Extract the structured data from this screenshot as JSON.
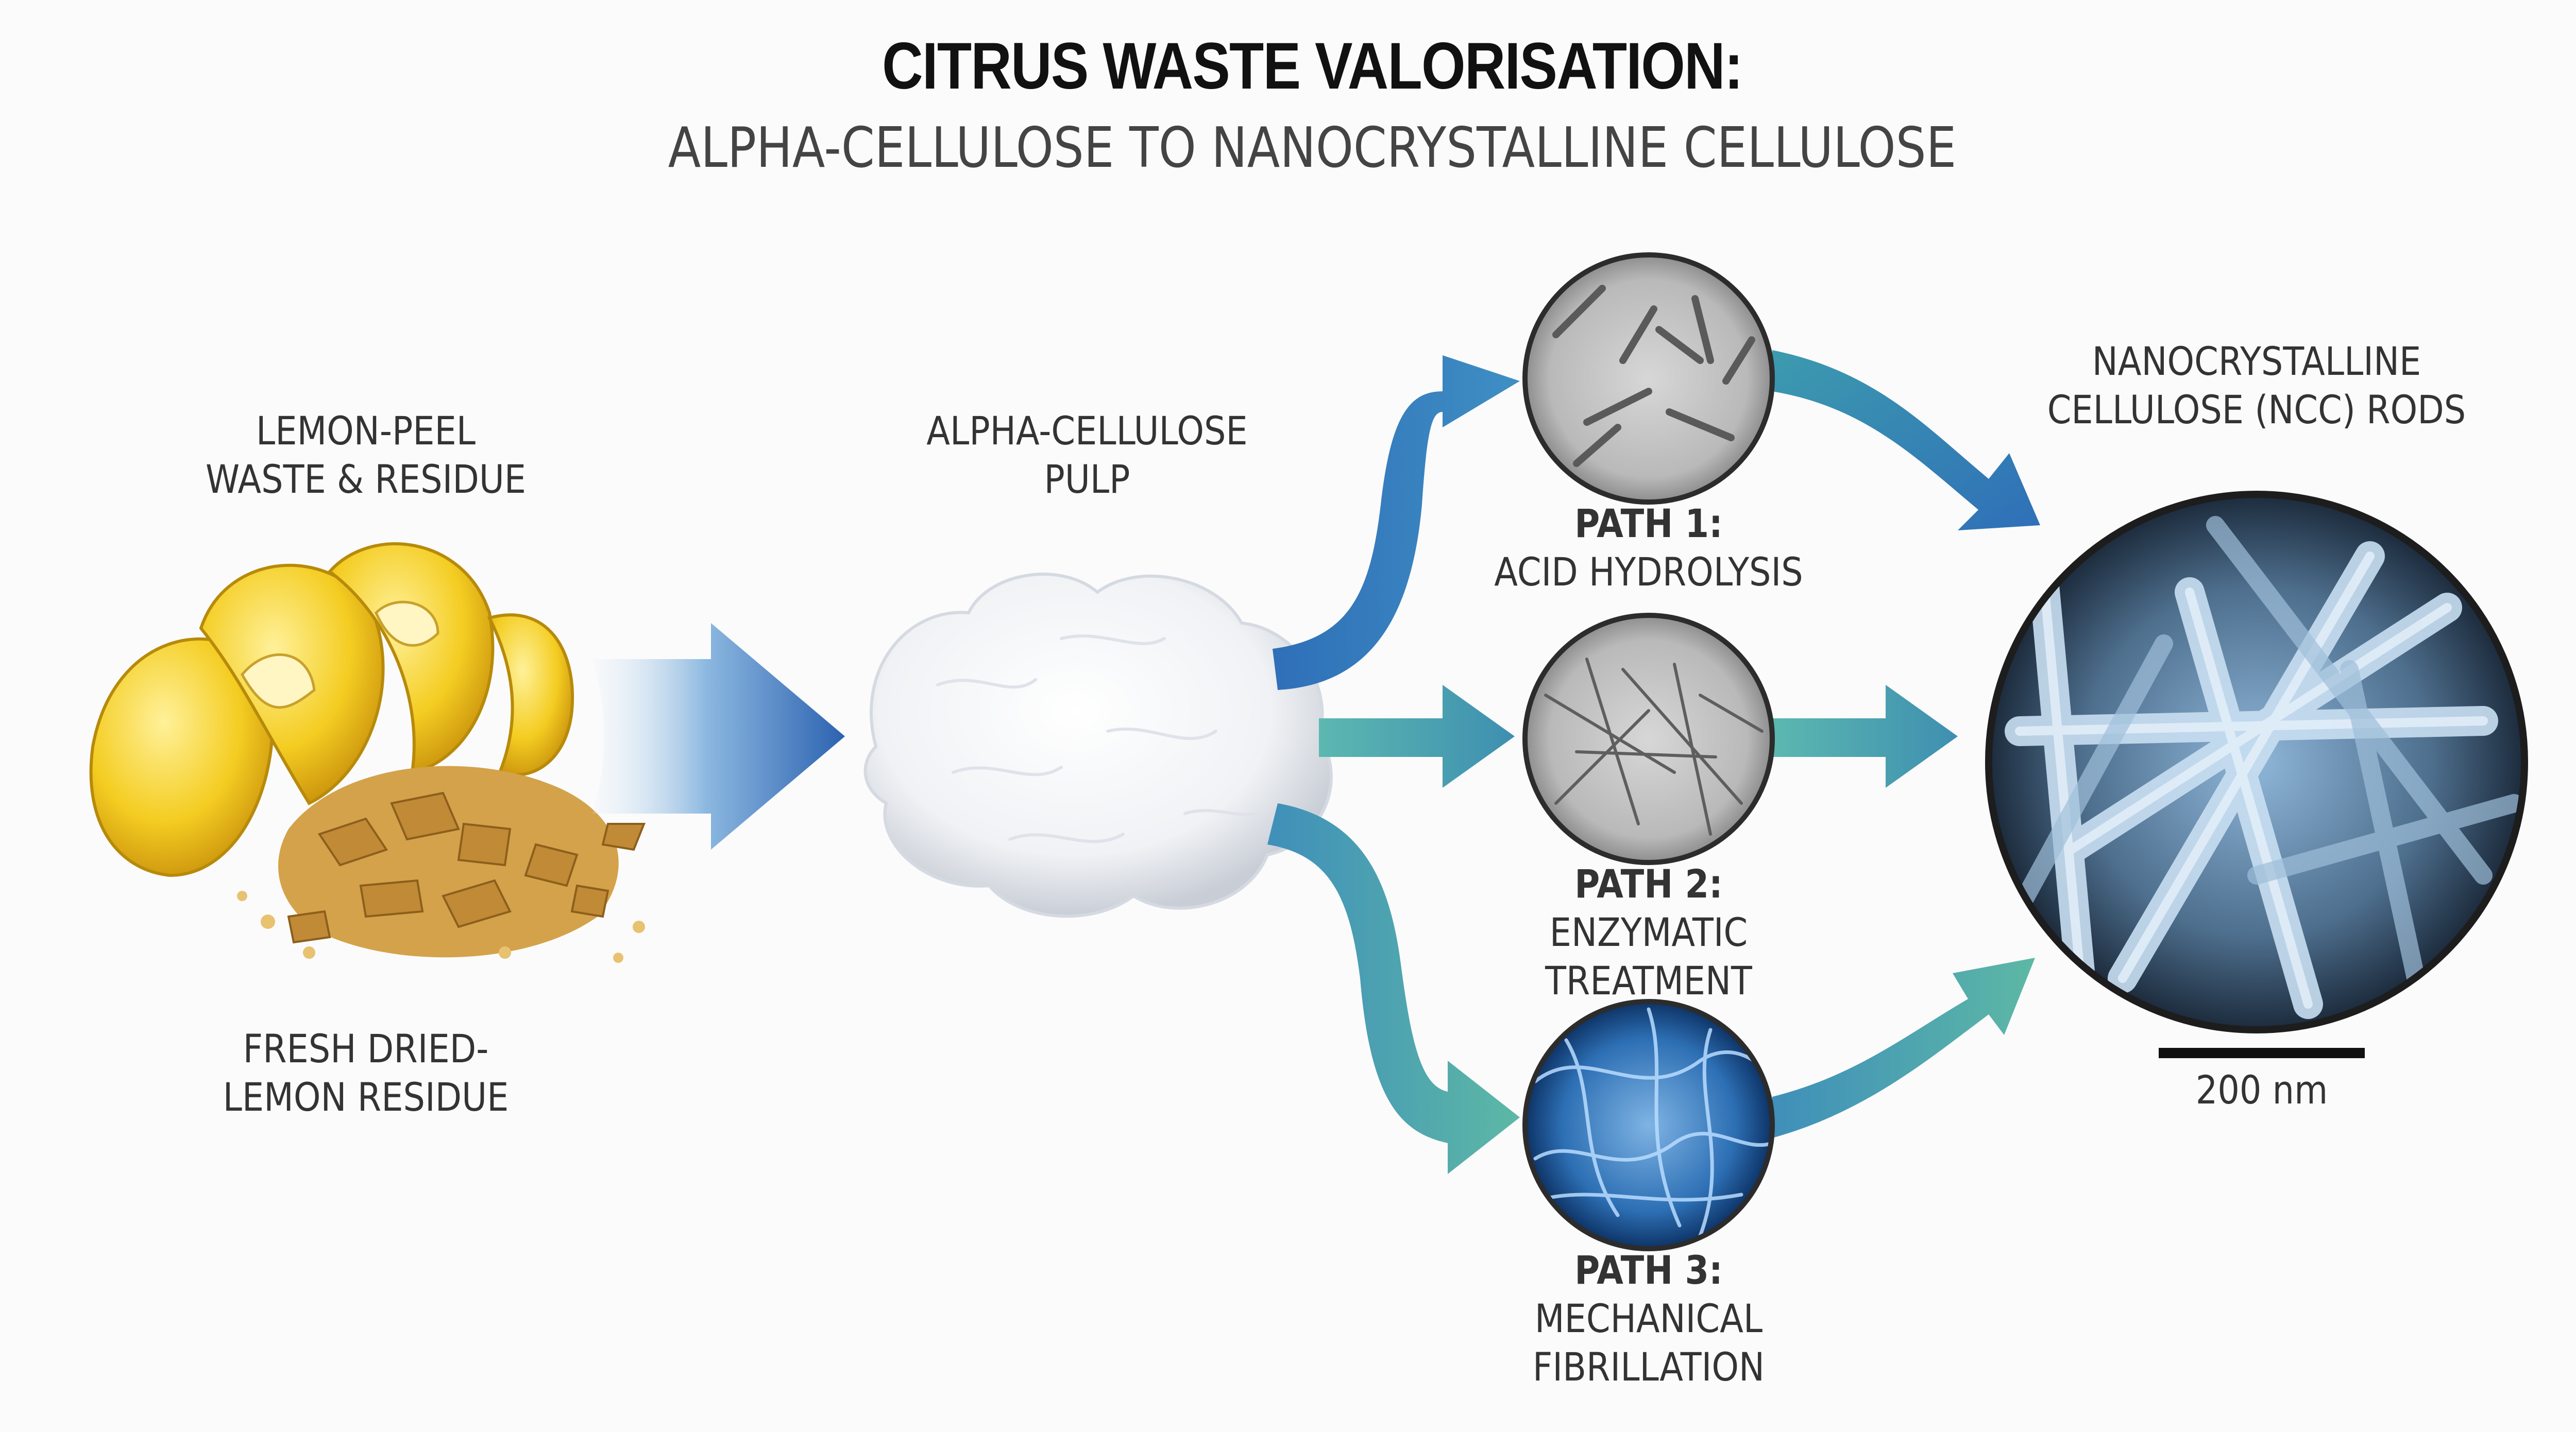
{
  "header": {
    "title": "CITRUS WASTE VALORISATION:",
    "subtitle": "ALPHA-CELLULOSE TO NANOCRYSTALLINE CELLULOSE"
  },
  "source": {
    "top_label_line1": "LEMON-PEEL",
    "top_label_line2": "WASTE & RESIDUE",
    "bottom_label_line1": "FRESH DRIED-",
    "bottom_label_line2": "LEMON RESIDUE"
  },
  "pulp": {
    "label_line1": "ALPHA-CELLULOSE",
    "label_line2": "PULP"
  },
  "paths": [
    {
      "title": "PATH 1:",
      "line1": "ACID HYDROLYSIS",
      "line2": ""
    },
    {
      "title": "PATH 2:",
      "line1": "ENZYMATIC",
      "line2": "TREATMENT"
    },
    {
      "title": "PATH 3:",
      "line1": "MECHANICAL",
      "line2": "FIBRILLATION"
    }
  ],
  "product": {
    "label_line1": "NANOCRYSTALLINE",
    "label_line2": "CELLULOSE (NCC) RODS",
    "scale_bar": "200 nm"
  },
  "colors": {
    "arrow_blue": "#2f6fb8",
    "arrow_teal": "#4aa5a0",
    "lemon": "#f2c81c",
    "crystal": "#a9c8e2"
  }
}
